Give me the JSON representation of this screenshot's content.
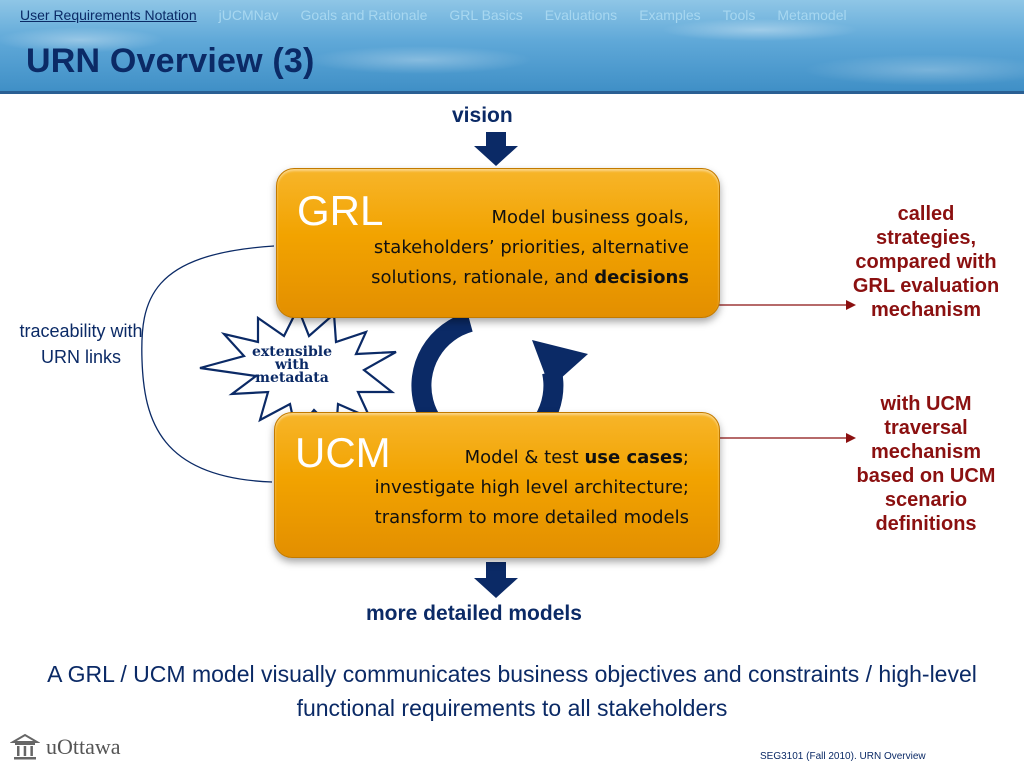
{
  "nav": {
    "items": [
      {
        "label": "User Requirements Notation",
        "active": true
      },
      {
        "label": "jUCMNav",
        "active": false
      },
      {
        "label": "Goals and Rationale",
        "active": false
      },
      {
        "label": "GRL Basics",
        "active": false
      },
      {
        "label": "Evaluations",
        "active": false
      },
      {
        "label": "Examples",
        "active": false
      },
      {
        "label": "Tools",
        "active": false
      },
      {
        "label": "Metamodel",
        "active": false
      }
    ]
  },
  "page": {
    "title": "URN Overview (3)"
  },
  "diagram": {
    "top_label": "vision",
    "bottom_label": "more detailed models",
    "grl": {
      "title": "GRL",
      "line1": "Model business goals,",
      "line2": "stakeholders’ priorities, alternative",
      "line3_prefix": "solutions, rationale, and ",
      "line3_bold": "decisions"
    },
    "ucm": {
      "title": "UCM",
      "line1_prefix": "Model & test ",
      "line1_bold": "use cases",
      "line1_suffix": ";",
      "line2": "investigate high level architecture;",
      "line3": "transform to more detailed models"
    },
    "left_note": "traceability with URN links",
    "star_label": {
      "line1": "extensible",
      "line2": "with",
      "line3": "metadata"
    },
    "right_note_top": "called strategies, compared with GRL evaluation mechanism",
    "right_note_bottom": "with UCM traversal mechanism based on UCM scenario definitions",
    "colors": {
      "box": "#f2a300",
      "arrow": "#0b2a66",
      "note": "#8b1010",
      "connector": "#8b1010"
    }
  },
  "summary": "A GRL / UCM model visually communicates business objectives and constraints / high-level functional requirements to all stakeholders",
  "footer": {
    "logo_text": "uOttawa",
    "logo_icon": "building-icon",
    "note": "SEG3101 (Fall 2010).   URN Overview"
  }
}
